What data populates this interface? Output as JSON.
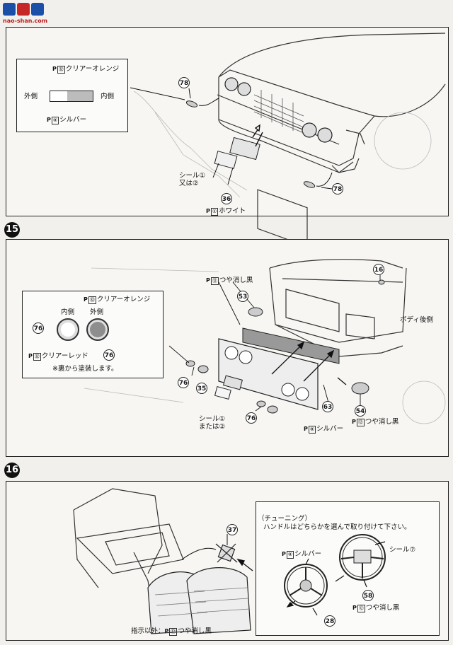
{
  "logo": {
    "site": "nao-shan.com"
  },
  "panel14": {
    "inset": {
      "top_code": "㉜",
      "top_label": "クリアーオレンジ",
      "left_label": "外側",
      "right_label": "内側",
      "bottom_code": "⑧",
      "bottom_label": "シルバー"
    },
    "part_top": "78",
    "part_bottom": "78",
    "part_plate": "36",
    "seal_line1": "シール①",
    "seal_line2": "又は②",
    "white_code": "①",
    "white_label": "ホワイト"
  },
  "step15": {
    "number": "15"
  },
  "panel15": {
    "inset": {
      "top_code": "㉜",
      "top_label": "クリアーオレンジ",
      "inner_label": "内側",
      "outer_label": "外側",
      "left_part": "76",
      "right_part": "76",
      "bottom_code": "㉜",
      "bottom_label": "クリアーレッド",
      "note": "※裏から塗装します。"
    },
    "matte_top_code": "⑫",
    "matte_top_label": "つや消し黒",
    "part_53": "53",
    "part_16": "16",
    "body_rear": "ボディ後側",
    "part_76a": "76",
    "part_35": "35",
    "part_76b": "76",
    "part_63": "63",
    "part_54": "54",
    "seal_line1": "シール①",
    "seal_line2": "または②",
    "silver_code": "⑧",
    "silver_label": "シルバー",
    "matte_bottom_code": "⑫",
    "matte_bottom_label": "つや消し黒"
  },
  "step16": {
    "number": "16"
  },
  "panel16": {
    "part_37": "37",
    "footer_prefix": "指示以外：",
    "footer_code": "⑫",
    "footer_label": "つや消し黒",
    "tuning": {
      "title": "（チューニング）",
      "instruction": "ハンドルはどちらかを選んで取り付けて下さい。",
      "silver_code": "⑧",
      "silver_label": "シルバー",
      "seal_label": "シール⑦",
      "part_28": "28",
      "part_58": "58",
      "matte_code": "⑫",
      "matte_label": "つや消し黒"
    }
  }
}
